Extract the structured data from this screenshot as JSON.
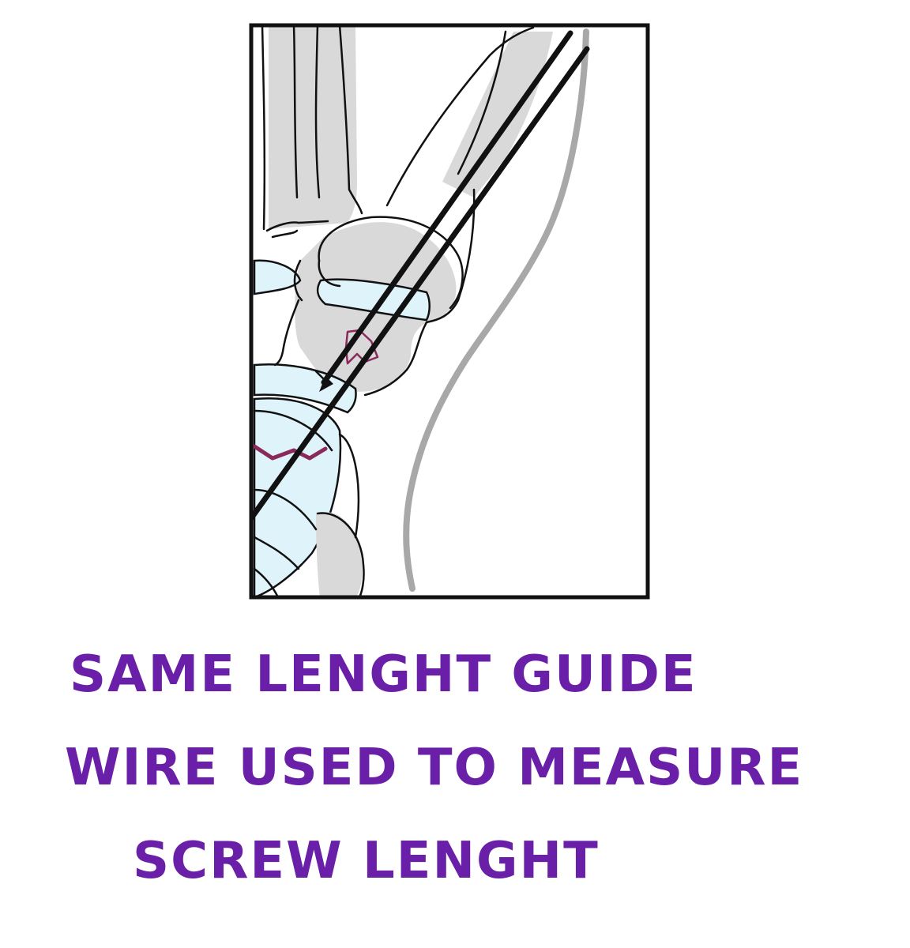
{
  "caption": {
    "line1": "SAME LENGHT GUIDE",
    "line2": "WIRE USED TO MEASURE",
    "line3": "SCREW LENGHT"
  },
  "colors": {
    "outline": "#111111",
    "bone_fill": "#d9d9d9",
    "cartilage_fill": "#dff3fb",
    "skin_line": "#a8a8a8",
    "fracture_line": "#8a2a5a",
    "caption_text": "#6a1fa8"
  }
}
